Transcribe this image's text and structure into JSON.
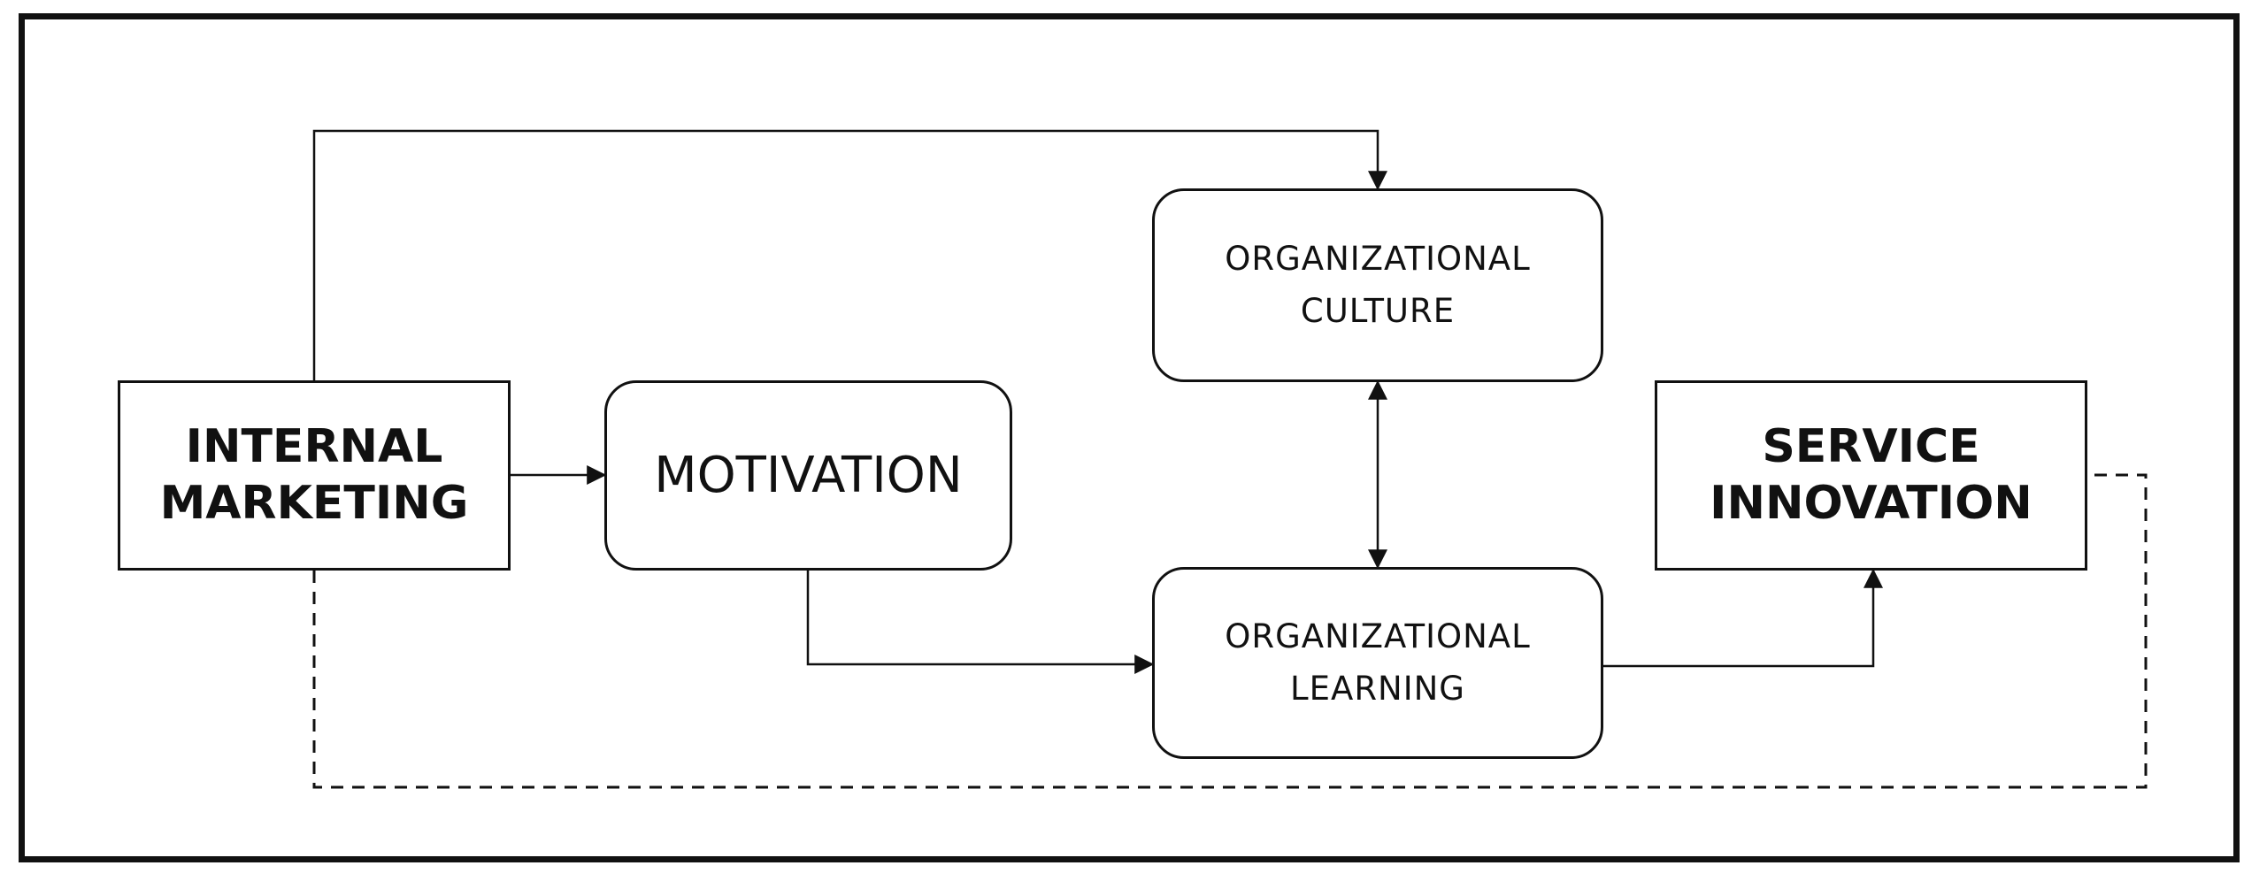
{
  "nodes": {
    "internal_marketing": {
      "line1": "INTERNAL",
      "line2": "MARKETING"
    },
    "motivation": {
      "label": "MOTIVATION"
    },
    "organizational_culture": {
      "line1": "ORGANIZATIONAL",
      "line2": "CULTURE"
    },
    "organizational_learning": {
      "line1": "ORGANIZATIONAL",
      "line2": "LEARNING"
    },
    "service_innovation": {
      "line1": "SERVICE",
      "line2": "INNOVATION"
    }
  },
  "edges": [
    {
      "from": "internal_marketing",
      "to": "motivation",
      "style": "solid",
      "direction": "forward"
    },
    {
      "from": "internal_marketing",
      "to": "organizational_culture",
      "style": "solid",
      "direction": "forward"
    },
    {
      "from": "motivation",
      "to": "organizational_learning",
      "style": "solid",
      "direction": "forward"
    },
    {
      "from": "organizational_culture",
      "to": "organizational_learning",
      "style": "solid",
      "direction": "both"
    },
    {
      "from": "organizational_learning",
      "to": "service_innovation",
      "style": "solid",
      "direction": "forward"
    },
    {
      "from": "internal_marketing",
      "to": "service_innovation",
      "style": "dashed",
      "direction": "none"
    }
  ],
  "colors": {
    "stroke": "#111111",
    "background": "#ffffff"
  }
}
